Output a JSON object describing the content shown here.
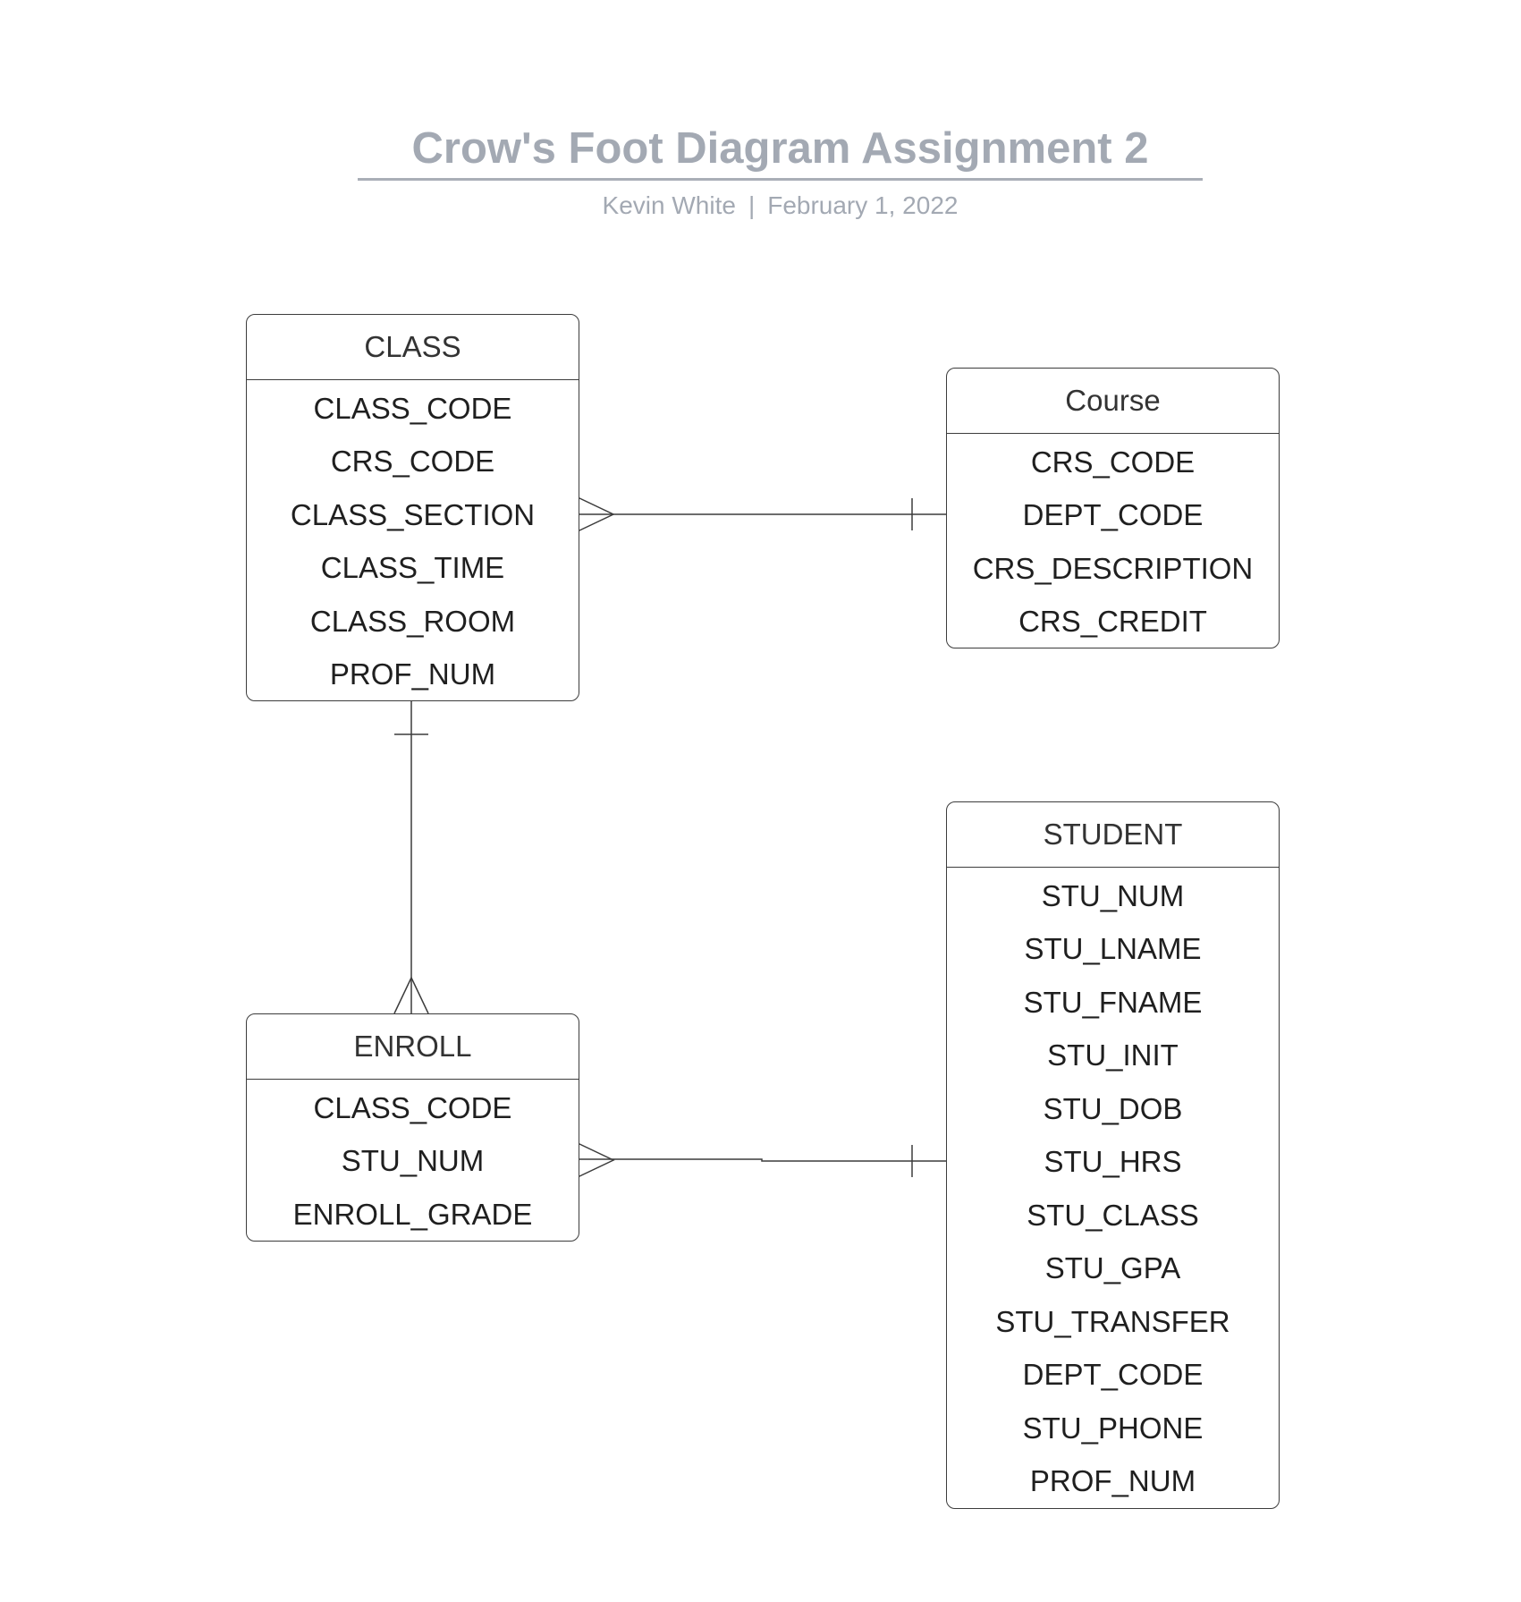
{
  "header": {
    "title": "Crow's Foot Diagram Assignment 2",
    "author": "Kevin White",
    "separator": "|",
    "date": "February 1, 2022"
  },
  "entities": {
    "class": {
      "name": "CLASS",
      "fields": [
        "CLASS_CODE",
        "CRS_CODE",
        "CLASS_SECTION",
        "CLASS_TIME",
        "CLASS_ROOM",
        "PROF_NUM"
      ]
    },
    "course": {
      "name": "Course",
      "fields": [
        "CRS_CODE",
        "DEPT_CODE",
        "CRS_DESCRIPTION",
        "CRS_CREDIT"
      ]
    },
    "enroll": {
      "name": "ENROLL",
      "fields": [
        "CLASS_CODE",
        "STU_NUM",
        "ENROLL_GRADE"
      ]
    },
    "student": {
      "name": "STUDENT",
      "fields": [
        "STU_NUM",
        "STU_LNAME",
        "STU_FNAME",
        "STU_INIT",
        "STU_DOB",
        "STU_HRS",
        "STU_CLASS",
        "STU_GPA",
        "STU_TRANSFER",
        "DEPT_CODE",
        "STU_PHONE",
        "PROF_NUM"
      ]
    }
  },
  "colors": {
    "title": "#a3a9b3",
    "border": "#3c3c3c",
    "text": "#1f1f1f"
  }
}
